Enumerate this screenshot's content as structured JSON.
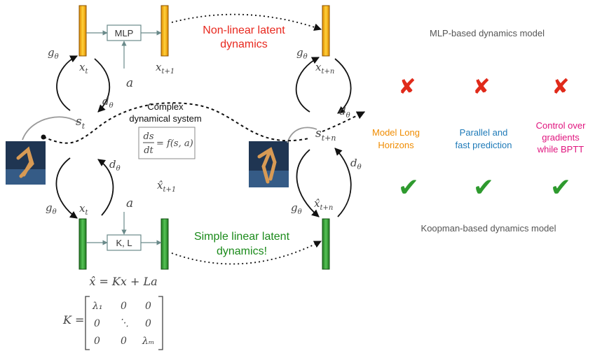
{
  "top_flow": {
    "mlp_label": "MLP",
    "caption_line1": "Non-linear latent",
    "caption_line2": "dynamics",
    "caption_color": "#e8281e",
    "bar_color": "#f5a623"
  },
  "bottom_flow": {
    "kl_label": "K, L",
    "caption_line1": "Simple linear latent",
    "caption_line2": "dynamics!",
    "caption_color": "#1a8a1a",
    "bar_color": "#2e9a2e"
  },
  "system": {
    "label_line1": "Complex",
    "label_line2": "dynamical system"
  },
  "math": {
    "g": "g",
    "d": "d",
    "theta": "θ",
    "x": "x",
    "x_hat": "x̂",
    "s": "s",
    "a": "a",
    "sub_t": "t",
    "sub_t1": "t+1",
    "sub_tn": "t+n",
    "linear_eq": "x̂ = Kx + La",
    "ode_ds": "ds",
    "ode_dt": "dt",
    "ode_rhs": "= f(s, a)",
    "k_lhs": "K =",
    "lambda1": "λ₁",
    "lambdam": "λₘ",
    "zero": "0",
    "ddots": "⋱"
  },
  "comparison": {
    "mlp_title": "MLP-based dynamics model",
    "koopman_title": "Koopman-based dynamics model",
    "cross": "✘",
    "check": "✔",
    "cross_color": "#e02a1a",
    "check_color": "#2e9a2e",
    "criteria": [
      {
        "line1": "Model Long",
        "line2": "Horizons",
        "line3": "",
        "color": "#f08c00"
      },
      {
        "line1": "Parallel and",
        "line2": "fast prediction",
        "line3": "",
        "color": "#1e7ab8"
      },
      {
        "line1": "Control over",
        "line2": "gradients",
        "line3": "while BPTT",
        "color": "#e0147e"
      }
    ]
  }
}
